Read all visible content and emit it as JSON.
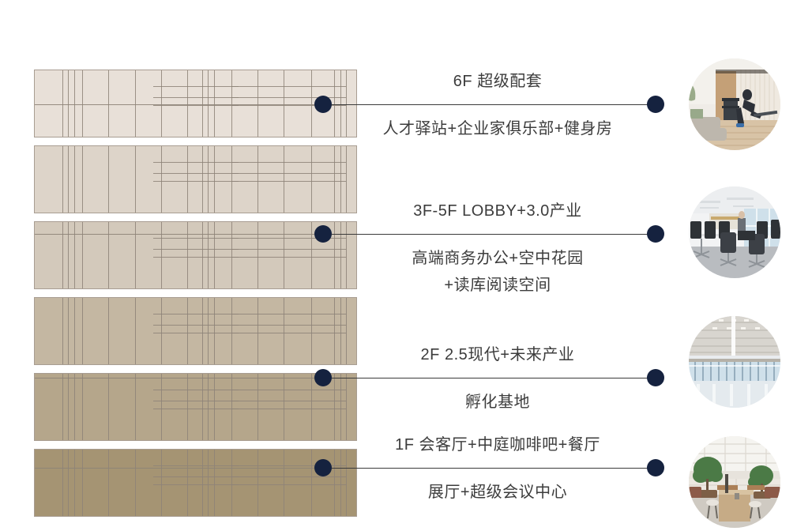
{
  "diagram": {
    "title_hidden": "",
    "floor_stack": {
      "plates": [
        {
          "name": "plate-6f",
          "fill": "#e8e0d8"
        },
        {
          "name": "plate-5f",
          "fill": "#ddd4c9"
        },
        {
          "name": "plate-4f",
          "fill": "#d3c9bb"
        },
        {
          "name": "plate-3f",
          "fill": "#c4b7a2"
        },
        {
          "name": "plate-2f",
          "fill": "#b5a68b"
        },
        {
          "name": "plate-1f",
          "fill": "#a59473"
        }
      ]
    },
    "callouts": [
      {
        "id": "callout-6f",
        "title": "6F 超级配套",
        "detail": "人才驿站+企业家俱乐部+健身房",
        "detail2": "",
        "photo_alt": "gym-interior-photo"
      },
      {
        "id": "callout-3f-5f",
        "title": "3F-5F LOBBY+3.0产业",
        "detail": "高端商务办公+空中花园",
        "detail2": "+读库阅读空间",
        "photo_alt": "open-office-photo"
      },
      {
        "id": "callout-2f",
        "title": "2F 2.5现代+未来产业",
        "detail": "孵化基地",
        "detail2": "",
        "photo_alt": "exhibition-hall-photo"
      },
      {
        "id": "callout-1f",
        "title": "1F 会客厅+中庭咖啡吧+餐厅",
        "detail": "展厅+超级会议中心",
        "detail2": "",
        "photo_alt": "atrium-cafe-photo"
      }
    ],
    "colors": {
      "marker": "#15223f",
      "leader": "#3a3a3a",
      "text": "#3c3c3c",
      "plate_outline": "#a89d92",
      "plate_gridline": "#8d8378"
    }
  }
}
